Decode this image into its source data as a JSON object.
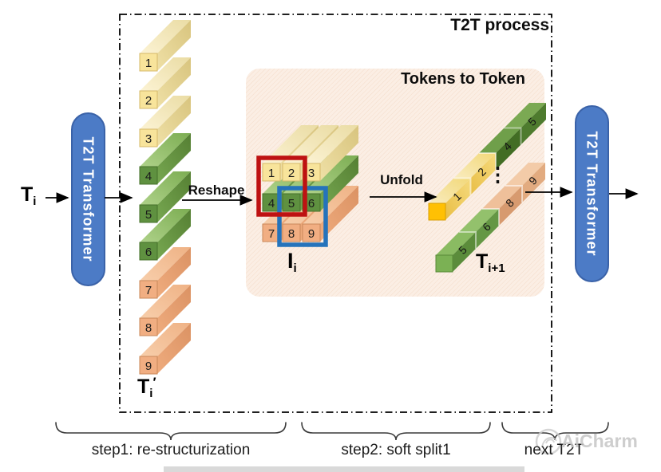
{
  "header": {
    "title": "T2T process"
  },
  "panel": {
    "title": "Tokens to Token"
  },
  "io": {
    "input_label": {
      "base": "T",
      "sub": "i"
    },
    "stack_label": {
      "base": "T",
      "sub": "i",
      "prime": "′"
    },
    "grid_label": {
      "base": "I",
      "sub": "i"
    },
    "output_label": {
      "base": "T",
      "sub": "i+1"
    }
  },
  "transformers": {
    "left": "T2T Transformer",
    "right": "T2T Transformer"
  },
  "operations": {
    "reshape": "Reshape",
    "unfold": "Unfold"
  },
  "stack": {
    "bars": [
      {
        "n": "1"
      },
      {
        "n": "2"
      },
      {
        "n": "3"
      },
      {
        "n": "4"
      },
      {
        "n": "5"
      },
      {
        "n": "6"
      },
      {
        "n": "7"
      },
      {
        "n": "8"
      },
      {
        "n": "9"
      }
    ]
  },
  "grid": {
    "cells": [
      {
        "n": "1"
      },
      {
        "n": "2"
      },
      {
        "n": "3"
      },
      {
        "n": "4"
      },
      {
        "n": "5"
      },
      {
        "n": "6"
      },
      {
        "n": "7"
      },
      {
        "n": "8"
      },
      {
        "n": "9"
      }
    ]
  },
  "unfold_output": {
    "top_bar": [
      {
        "n": "1"
      },
      {
        "n": "2"
      },
      {
        "n": "4"
      },
      {
        "n": "5"
      }
    ],
    "bottom_bar": [
      {
        "n": "5"
      },
      {
        "n": "6"
      },
      {
        "n": "8"
      },
      {
        "n": "9"
      }
    ],
    "ellipsis": "⋮"
  },
  "steps": [
    {
      "label": "step1: re-structurization"
    },
    {
      "label": "step2: soft split1"
    },
    {
      "label": "next T2T"
    }
  ],
  "watermark": {
    "text": "AiCharm"
  },
  "colors": {
    "token_yellow": "#F8E49B",
    "token_green": "#5F9140",
    "token_orange": "#F1AE82",
    "highlight_red": "#BE1212",
    "highlight_blue": "#2573BB",
    "transformer_blue": "#4C7BC6",
    "panel_bg": "#FBEEE4"
  }
}
